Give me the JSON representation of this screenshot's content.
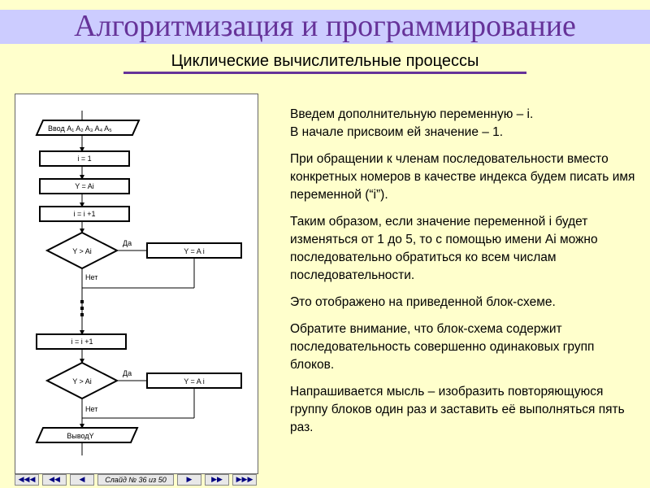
{
  "header": {
    "title": "Алгоритмизация и программирование",
    "subtitle": "Циклические вычислительные процессы"
  },
  "diagram": {
    "input": "Ввод A₁ A₂ A₃ A₄ A₅",
    "init": "i = 1",
    "assign": "Y = Ai",
    "incr": "i = i +1",
    "cond": "Y > Ai",
    "yes": "Да",
    "no": "Нет",
    "assign_yes": "Y = A i",
    "output": "ВыводY"
  },
  "text": {
    "p1": "Введем дополнительную переменную – i.",
    "p1b": "В начале присвоим ей значение – 1.",
    "p2": "При обращении к членам последовательности вместо конкретных номеров в качестве индекса будем писать имя переменной  (“i”).",
    "p3": "Таким образом, если значение переменной i будет изменяться от 1 до 5,  то с помощью имени Ai можно последовательно обратиться ко всем числам последовательности.",
    "p4": "Это отображено на приведенной блок-схеме.",
    "p5": "Обратите внимание, что блок-схема содержит последовательность совершенно одинаковых групп блоков.",
    "p6": "Напрашивается мысль – изобразить повторяющуюся группу блоков один раз и заставить её выполняться пять раз."
  },
  "nav": {
    "first": "◀◀◀",
    "prev2": "◀◀",
    "prev": "◀",
    "slide": "Слайд № 36 из 50",
    "next": "▶",
    "next2": "▶▶",
    "last": "▶▶▶"
  },
  "colors": {
    "title": "#663399",
    "title_band": "#ccccff",
    "background": "#ffffcc"
  }
}
